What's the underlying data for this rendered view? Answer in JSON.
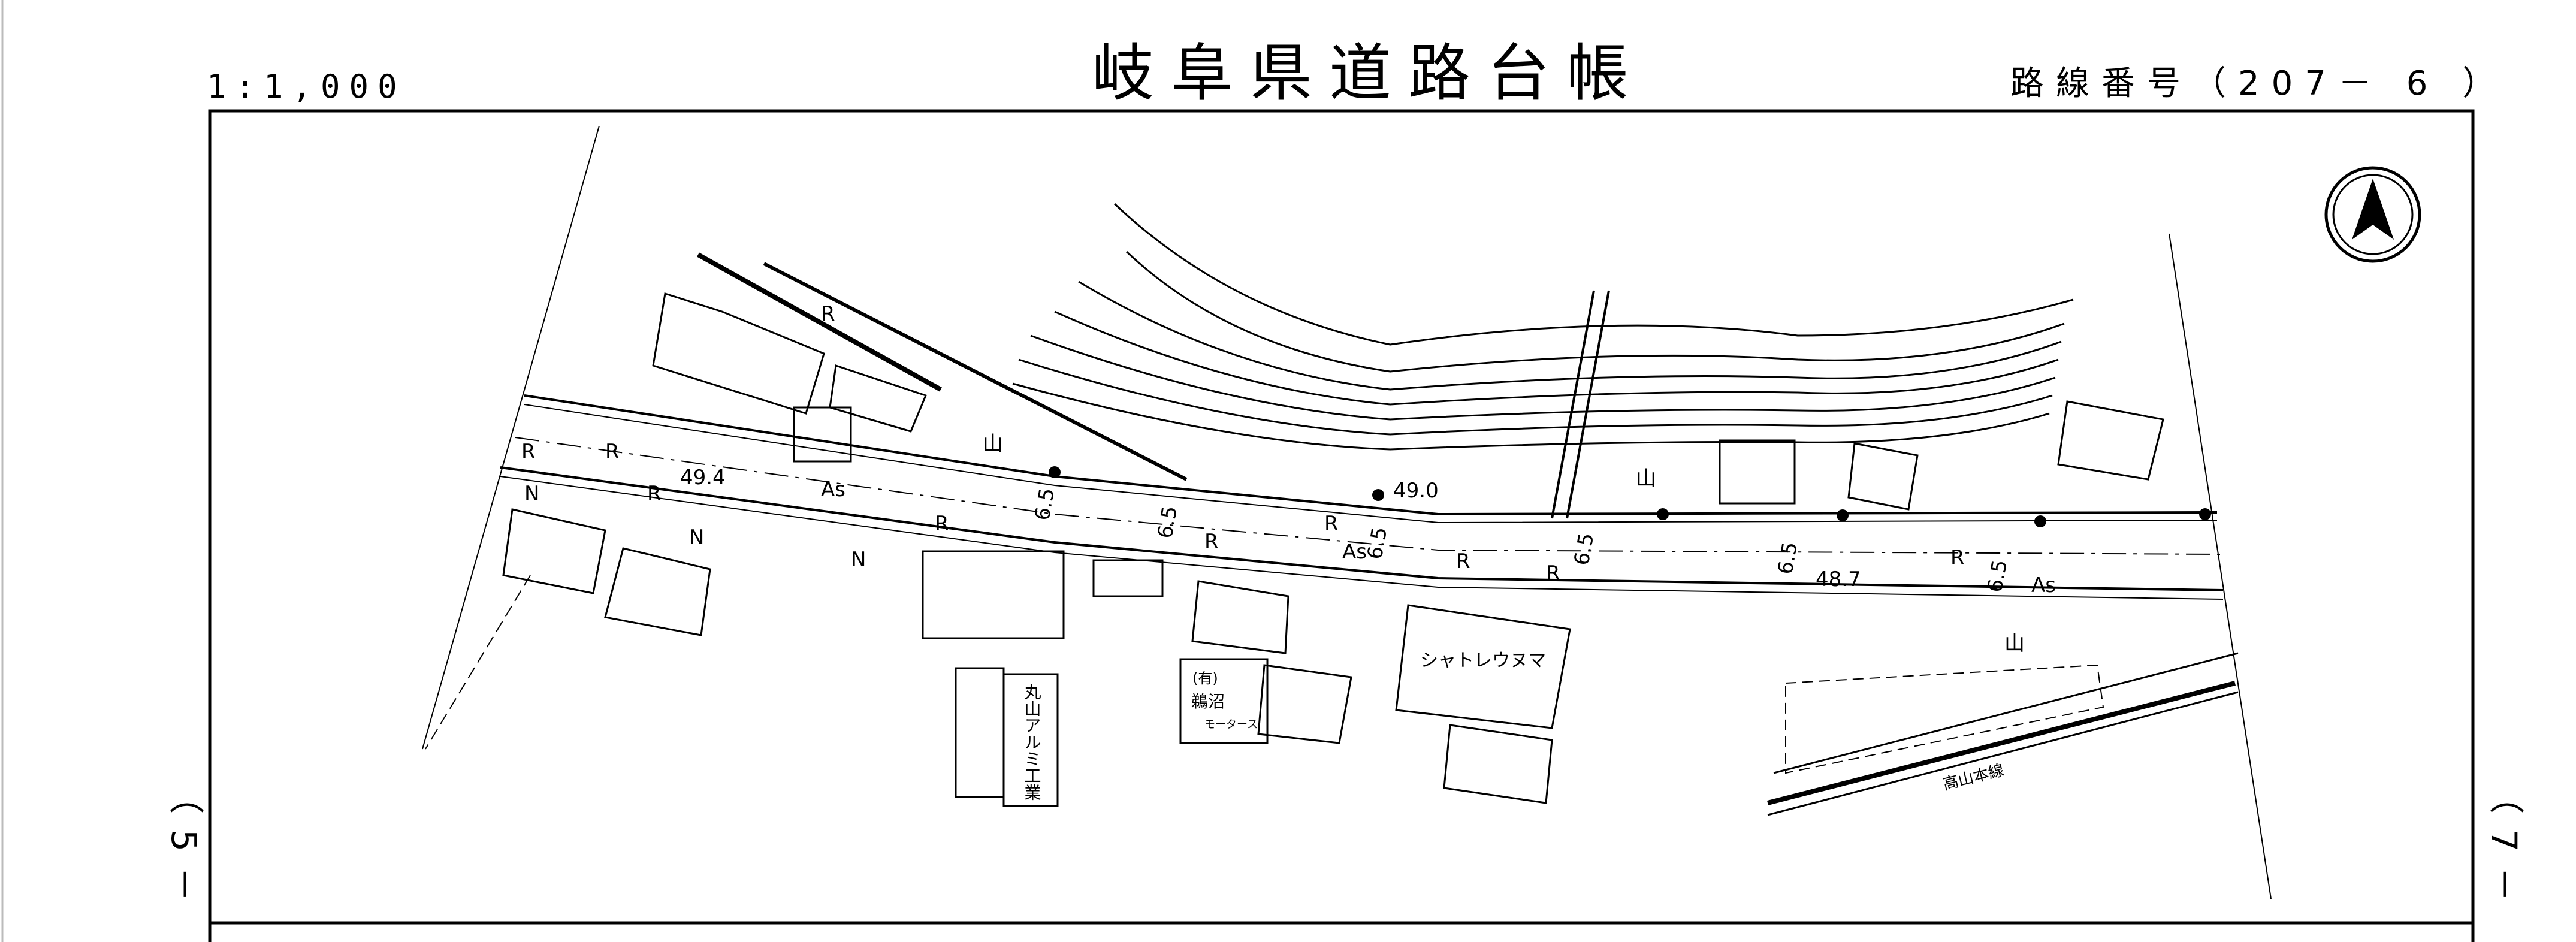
{
  "header": {
    "scale": "1:1,000",
    "title": "岐阜県道路台帳",
    "route_number": "路線番号（207－ 6 ）"
  },
  "sheet_refs": {
    "left": "（5－",
    "right": "（7－"
  },
  "map": {
    "north_arrow_icon": "north-arrow-icon",
    "road_widths": [
      "49.4",
      "49.0",
      "48.7"
    ],
    "lane_widths": [
      "6.5"
    ],
    "pavement": "As",
    "symbols": [
      "R",
      "N",
      "山"
    ],
    "buildings": [
      {
        "label": "シャトレウヌマ"
      },
      {
        "label": "丸山アルミ工業"
      },
      {
        "label": "(有)"
      },
      {
        "label": "鵜沼"
      },
      {
        "label": "モータース"
      }
    ],
    "railway": "高山本線"
  },
  "colors": {
    "line": "#000000",
    "background": "#ffffff"
  }
}
